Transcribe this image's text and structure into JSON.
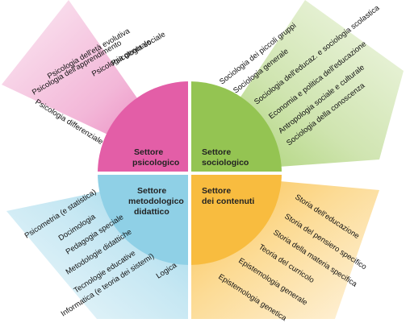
{
  "sectors": {
    "psicologico": {
      "title_1": "Settore",
      "title_2": "psicologico",
      "color_light": "#f7d6e8",
      "color_dark": "#e35ea7",
      "items": [
        "Psicologia sociale",
        "Psicologia generale",
        "Psicologia dell'età evolutiva",
        "Psicologia dell'apprendimento",
        "Psicologia differenziale"
      ]
    },
    "sociologico": {
      "title_1": "Settore",
      "title_2": "sociologico",
      "color_light": "#dcebc4",
      "color_dark": "#94c452",
      "items": [
        "Sociologia dei piccoli gruppi",
        "Sociologia generale",
        "Sociologia dell'educaz. e sociologia scolastica",
        "Economia e politica dell'educazione",
        "Antropologia sociale e culturale",
        "Sociologia della conoscenza"
      ]
    },
    "metodologico": {
      "title_1": "Settore",
      "title_2": "metodologico",
      "title_3": "didattico",
      "color_light": "#d5ecf4",
      "color_dark": "#8fd0e6",
      "items": [
        "Psicometria (e statistica)",
        "Docimologia",
        "Pedagogia speciale",
        "Metodologie didattiche",
        "Tecnologie educative",
        "Informatica (e teoria dei sistemi)",
        "Logica"
      ]
    },
    "contenuti": {
      "title_1": "Settore",
      "title_2": "dei contenuti",
      "color_light": "#fde7bf",
      "color_dark": "#f8bc3f",
      "items": [
        "Storia dell'educazione",
        "Storia del pensiero specifico",
        "Storia della materia specifica",
        "Teoria del curricolo",
        "Epistemologia generale",
        "Epistemologia genetica"
      ]
    }
  }
}
